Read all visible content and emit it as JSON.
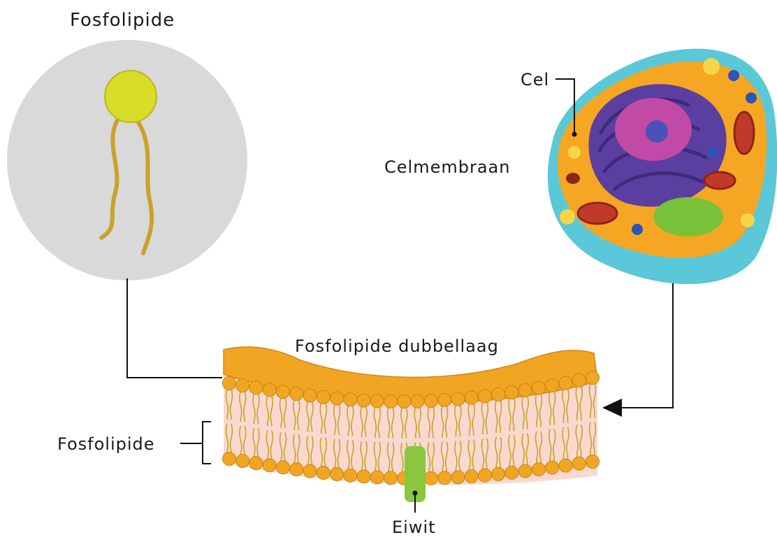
{
  "labels": {
    "phospholipid_title": "Fosfolipide",
    "cell": "Cel",
    "cell_membrane": "Celmembraan",
    "bilayer": "Fosfolipide dubbellaag",
    "phospholipid_bracket": "Fosfolipide",
    "protein": "Eiwit"
  },
  "colors": {
    "circle_bg": "#d9d9d9",
    "head_yellow": "#d7dd28",
    "tail_gold": "#c9a227",
    "bead_orange": "#f0a623",
    "membrane_pink": "#f9d9cf",
    "protein_green": "#8bc63f",
    "cell_cyan": "#5ac8d8",
    "cytoplasm_orange": "#f5a623",
    "golgi_purple": "#5b3fa0",
    "nucleus_magenta": "#c04aa6",
    "line": "#111111"
  }
}
